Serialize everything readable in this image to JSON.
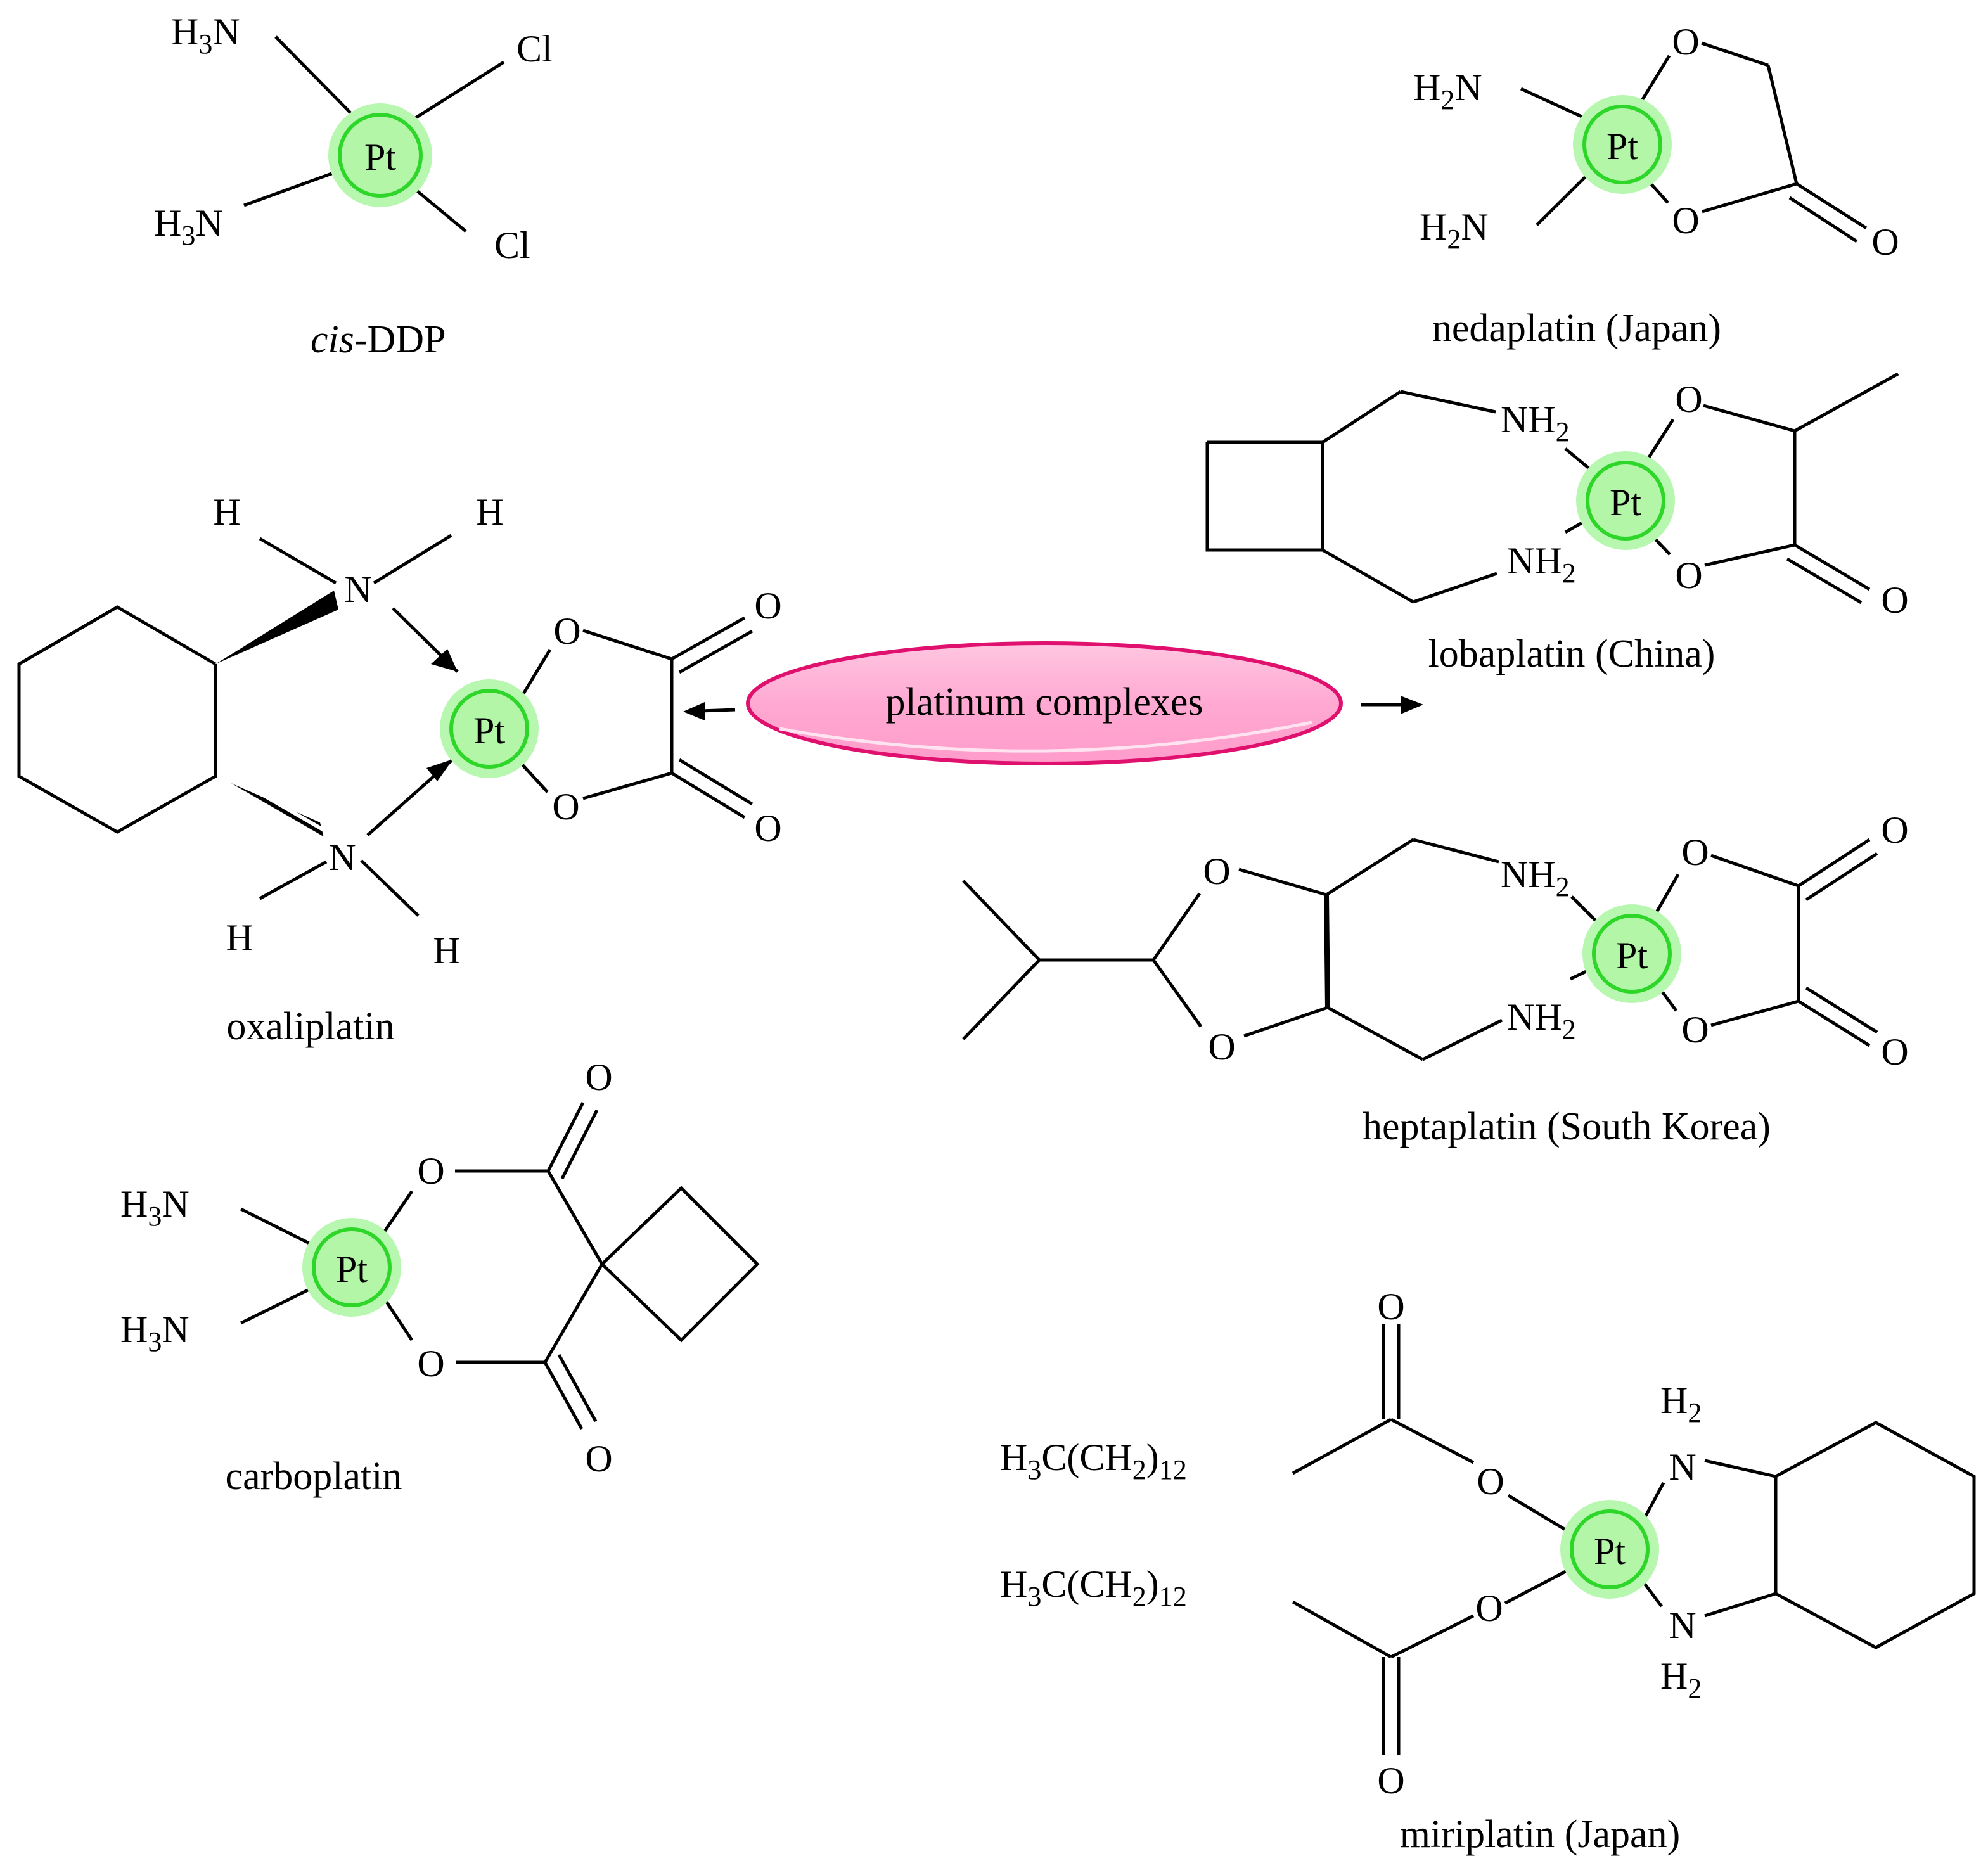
{
  "center_label": "platinum complexes",
  "colors": {
    "pt_fill": "#b3f6a8",
    "pt_ring": "#2fd62a",
    "ellipse_fill": "#ffa9d2",
    "ellipse_stroke": "#e0116e"
  },
  "atoms": {
    "pt": "Pt",
    "o": "O",
    "n": "N",
    "h": "H",
    "cl": "Cl",
    "h3n": "H",
    "h3n_sub": "3",
    "h3n_n": "N",
    "h2n": "H",
    "h2n_sub": "2",
    "h2n_n": "N",
    "nh2": "NH",
    "nh2_sub": "2",
    "h2": "H",
    "h2_sub": "2",
    "chain_a": "H",
    "chain_sub1": "3",
    "chain_b": "C(CH",
    "chain_sub2": "2",
    "chain_c": ")",
    "chain_sub3": "12"
  },
  "compounds": {
    "cisplatin": {
      "name_italic": "cis",
      "name_rest": "-DDP"
    },
    "nedaplatin": {
      "name": "nedaplatin  (Japan)"
    },
    "lobaplatin": {
      "name": "lobaplatin (China)"
    },
    "oxaliplatin": {
      "name": "oxaliplatin"
    },
    "heptaplatin": {
      "name": "heptaplatin (South Korea)"
    },
    "carboplatin": {
      "name": "carboplatin"
    },
    "miriplatin": {
      "name": "miriplatin (Japan)"
    }
  }
}
